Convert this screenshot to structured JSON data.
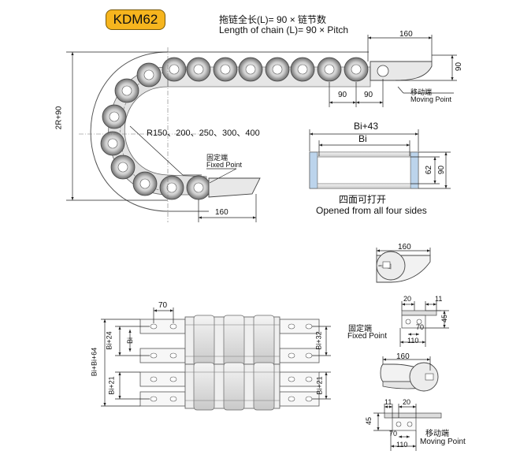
{
  "model": "KDM62",
  "chain_length": {
    "formula_cn": "拖链全长(L)= 90 × 链节数",
    "formula_en": "Length of chain (L)= 90 × Pitch"
  },
  "side_view": {
    "dim_top_bracket": "160",
    "dim_bracket_height": "90",
    "dim_pitch_a": "90",
    "dim_pitch_b": "90",
    "dim_height": "2R+90",
    "radius_options": "R150、200、250、300、400",
    "dim_bottom_bracket": "160",
    "fixed_point_cn": "固定端",
    "fixed_point_en": "Fixed Point",
    "moving_point_cn": "移动端",
    "moving_point_en": "Moving Point"
  },
  "cross_section": {
    "outer_width": "Bi+43",
    "inner_width": "Bi",
    "inner_height": "62",
    "outer_height": "90",
    "caption_cn": "四面可打开",
    "caption_en": "Opened from all four sides"
  },
  "top_view": {
    "dim_hole_pitch": "70",
    "dim_total_left": "Bi+Bi+64",
    "dim_upper_outer": "Bi+24",
    "dim_upper_inner": "Bi",
    "dim_lower": "Bi+21",
    "dim_right_upper": "Bi+32",
    "dim_right_lower": "Bi+21"
  },
  "fixed_bracket": {
    "dim_length": "160",
    "dim_a": "20",
    "dim_b": "11",
    "dim_c": "70",
    "dim_d": "110",
    "dim_e": "45",
    "label_cn": "固定端",
    "label_en": "Fixed Point"
  },
  "moving_bracket": {
    "dim_length": "160",
    "dim_a": "11",
    "dim_b": "20",
    "dim_c": "70",
    "dim_d": "110",
    "dim_e": "45",
    "label_cn": "移动端",
    "label_en": "Moving Point"
  }
}
